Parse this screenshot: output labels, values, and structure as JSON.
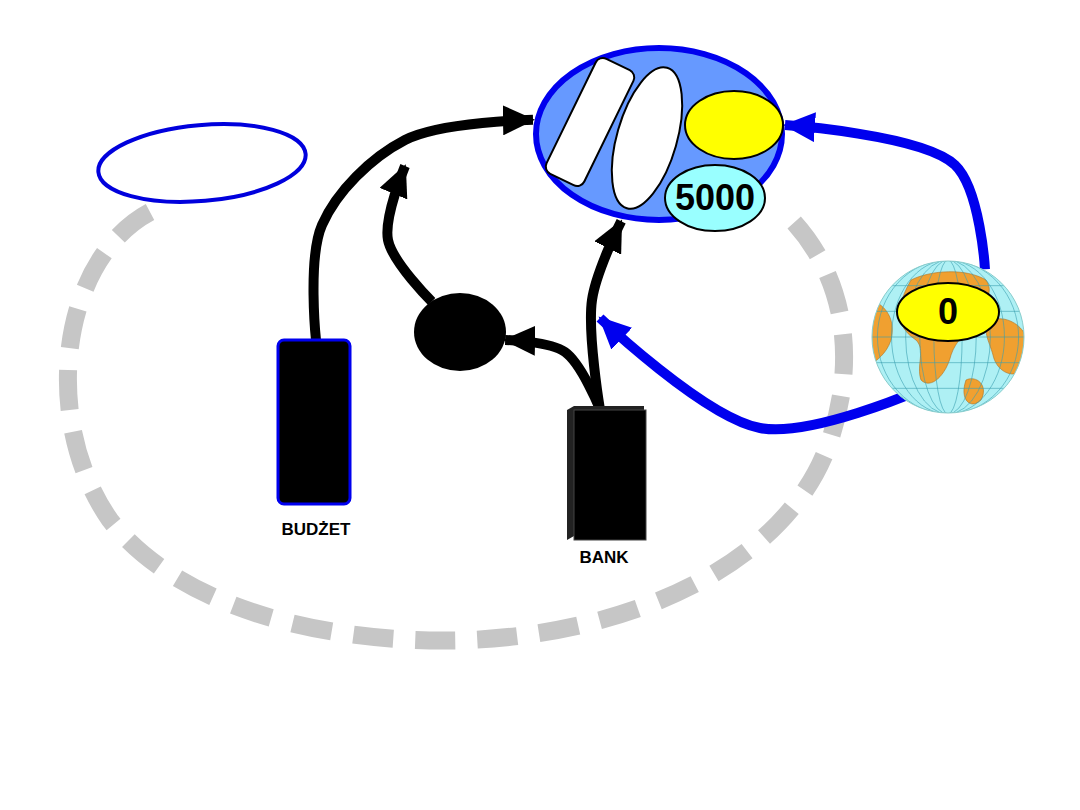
{
  "diagram": {
    "nodes": [
      {
        "text": []
      },
      {
        "text": [
          "5000"
        ],
        "in": 0
      },
      {
        "text": []
      },
      {
        "text": [
          "0"
        ],
        "in": 2
      },
      {
        "text": [
          "BUDŻET"
        ]
      },
      {
        "text": []
      },
      {
        "text": [
          "BANK"
        ]
      }
    ],
    "edges": [
      {
        "from": 4,
        "to": 0,
        "arrow": "to"
      },
      {
        "from": 5,
        "to": 0,
        "arrow": "to"
      },
      {
        "from": 6,
        "to": 5,
        "arrow": "to"
      },
      {
        "from": 6,
        "to": 0,
        "arrow": "to"
      },
      {
        "from": 2,
        "to": 0,
        "arrow": "to"
      },
      {
        "from": 2,
        "to": 6,
        "arrow": "to"
      }
    ]
  }
}
